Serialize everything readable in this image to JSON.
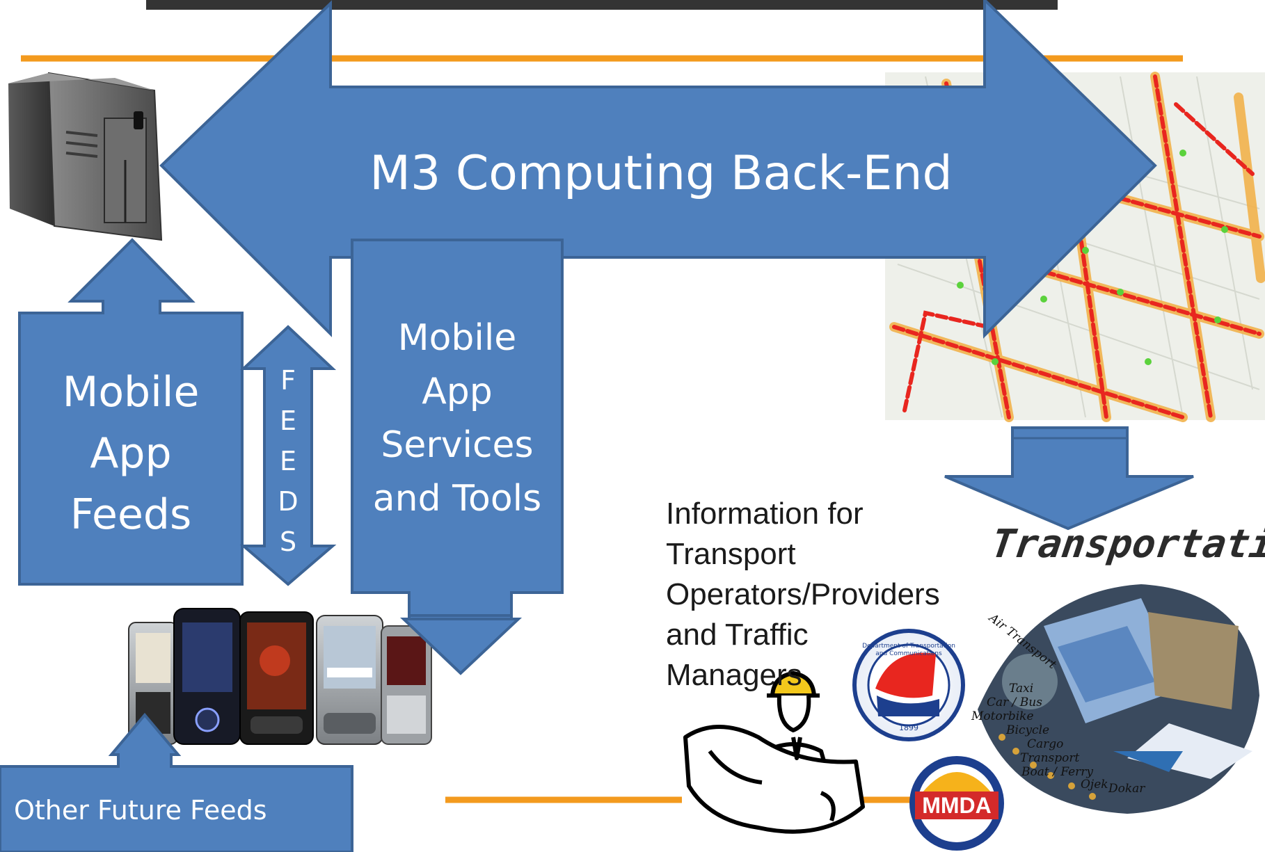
{
  "diagram": {
    "colors": {
      "arrow_fill": "#4f80bd",
      "arrow_stroke": "#3c6496",
      "accent_line": "#f39a1e",
      "map_road_red": "#e8261f",
      "map_road_orange": "#f2b24c",
      "map_dot_green": "#5bd23c"
    },
    "backend_arrow": {
      "label": "M3 Computing Back-End"
    },
    "feeds_box": {
      "lines": [
        "Mobile",
        "App",
        "Feeds"
      ]
    },
    "feeds_arrow": {
      "letters": [
        "F",
        "E",
        "E",
        "D",
        "S"
      ]
    },
    "services_box": {
      "lines": [
        "Mobile",
        "App",
        "Services",
        "and Tools"
      ]
    },
    "future_feeds": {
      "label": "Other Future Feeds"
    },
    "info_text": {
      "lines": [
        "Information for",
        "Transport",
        "Operators/Providers",
        "and Traffic",
        "Managers"
      ]
    },
    "transport_logo": {
      "label": "Transportation"
    },
    "collage_modes": [
      "Air Transport",
      "Taxi",
      "Car / Bus",
      "Motorbike",
      "Bicycle",
      "Cargo",
      "Transport",
      "Boat / Ferry",
      "Ojek",
      "Dokar"
    ],
    "agency_seal": {
      "text": "Department of Transportation and Communications",
      "year": "1899"
    },
    "mmda_logo": {
      "label": "MMDA"
    },
    "icons": [
      "server-tower-icon",
      "mobile-phones-icon",
      "traffic-map-icon",
      "traffic-manager-icon"
    ]
  }
}
